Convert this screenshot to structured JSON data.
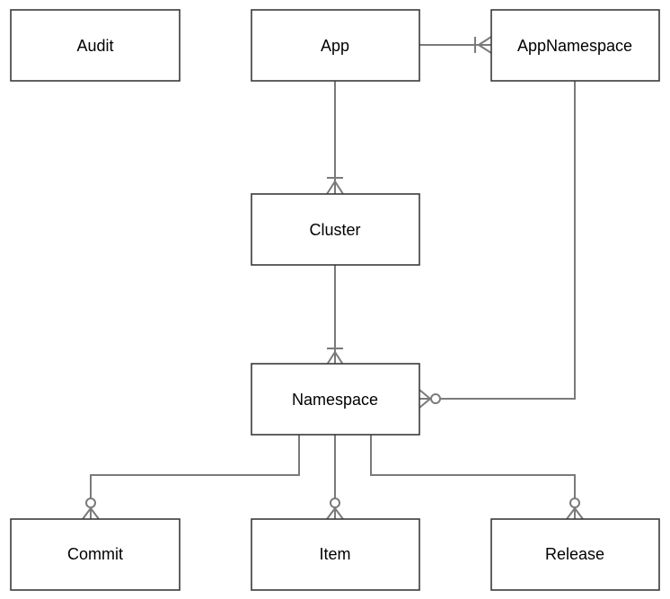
{
  "diagram": {
    "entities": {
      "audit": "Audit",
      "app": "App",
      "app_namespace": "AppNamespace",
      "cluster": "Cluster",
      "namespace": "Namespace",
      "commit": "Commit",
      "item": "Item",
      "release": "Release"
    },
    "relationships": [
      {
        "from": "App",
        "to": "AppNamespace",
        "cardinality": "one-to-many (one or more)"
      },
      {
        "from": "App",
        "to": "Cluster",
        "cardinality": "one-to-many (one or more)"
      },
      {
        "from": "Cluster",
        "to": "Namespace",
        "cardinality": "one-to-many (one or more)"
      },
      {
        "from": "AppNamespace",
        "to": "Namespace",
        "cardinality": "one-to-many (zero or more)"
      },
      {
        "from": "Namespace",
        "to": "Commit",
        "cardinality": "one-to-many (zero or more)"
      },
      {
        "from": "Namespace",
        "to": "Item",
        "cardinality": "one-to-many (zero or more)"
      },
      {
        "from": "Namespace",
        "to": "Release",
        "cardinality": "one-to-many (zero or more)"
      }
    ],
    "colors": {
      "line": "#7a7a7a",
      "box_border": "#3a3a3a",
      "background": "#ffffff",
      "text": "#000000"
    }
  }
}
